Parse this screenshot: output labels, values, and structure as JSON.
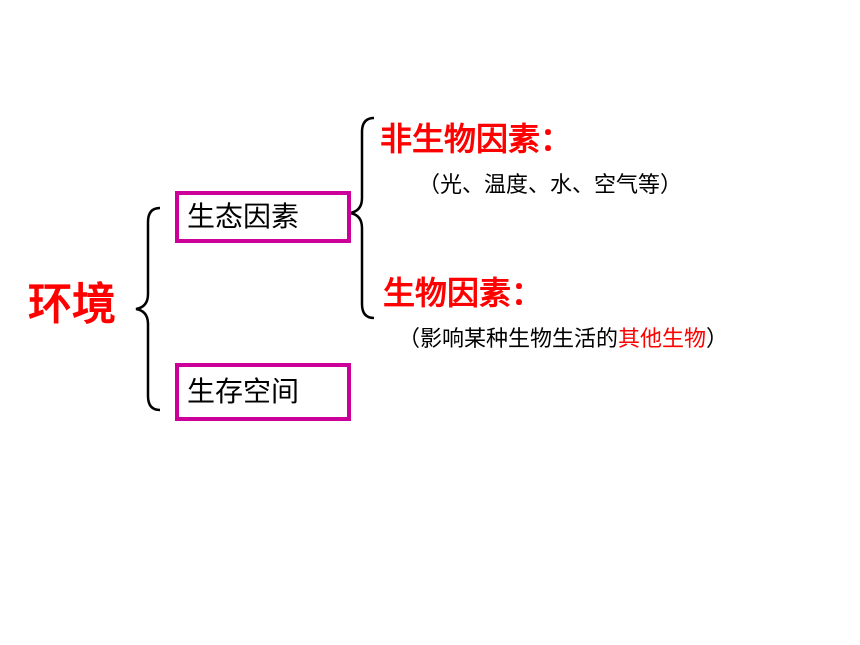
{
  "root": {
    "label": "环境"
  },
  "branches": {
    "ecological_factors": "生态因素",
    "living_space": "生存空间"
  },
  "abiotic": {
    "heading": "非生物因素：",
    "note": "（光、温度、水、空气等）"
  },
  "biotic": {
    "heading": "生物因素：",
    "note_prefix": "（影响某种生物生活的",
    "note_highlight": "其他生物",
    "note_suffix": "）"
  },
  "colors": {
    "heading_red": "#ff0000",
    "box_border": "#cc0099",
    "text": "#000000"
  }
}
